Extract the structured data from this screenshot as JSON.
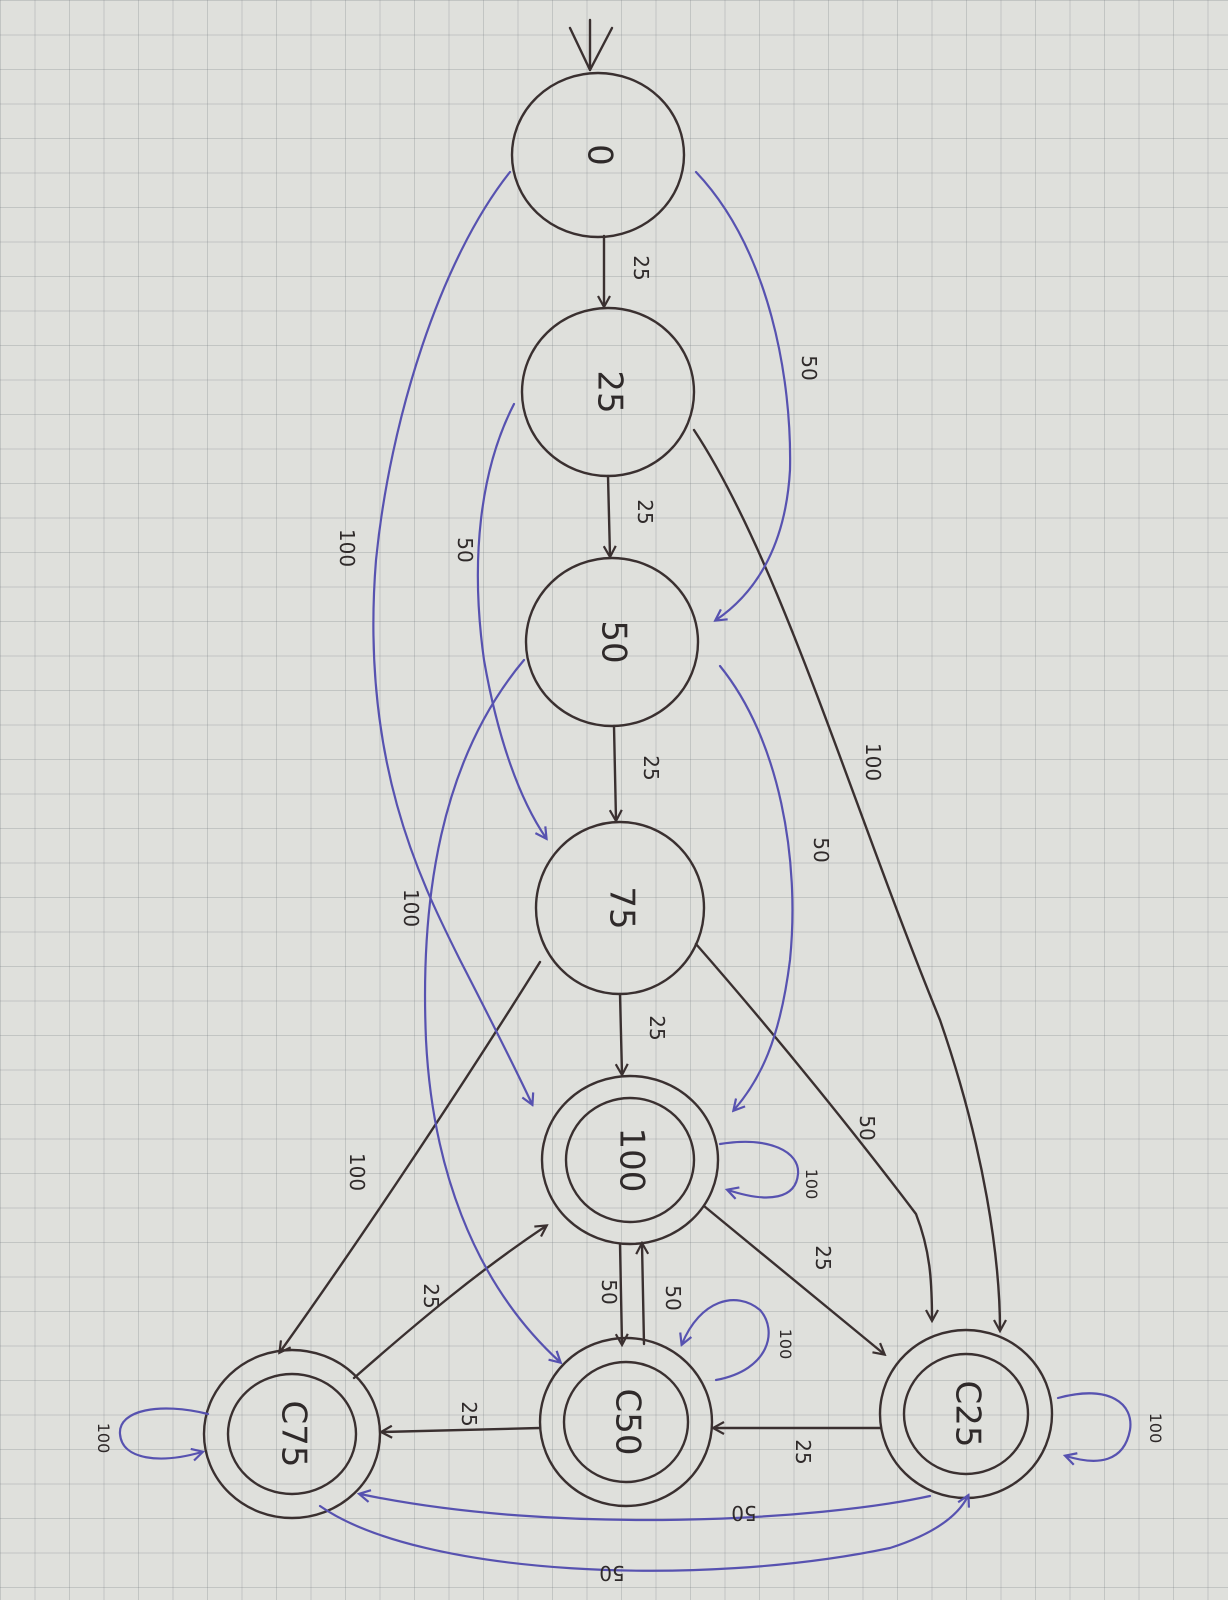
{
  "diagram": {
    "states": {
      "s0": "0",
      "s25": "25",
      "s50": "50",
      "s75": "75",
      "s100": "100",
      "c25": "C25",
      "c50": "C50",
      "c75": "C75"
    },
    "transitions": {
      "s0_s25": "25",
      "s25_s50": "25",
      "s50_s75": "25",
      "s75_s100": "25",
      "s0_s50": "50",
      "s0_s100": "100",
      "s25_s75": "50",
      "s25_c25": "100",
      "s50_s100": "50",
      "s50_c50": "100",
      "s75_c25": "50",
      "s75_c75": "100",
      "s100_self": "100",
      "s100_c50": "50",
      "c50_s100": "50",
      "s100_c25": "25",
      "c75_s100": "25",
      "c50_self": "100",
      "c50_c75": "25",
      "c25_c50": "25",
      "c25_self": "100",
      "c75_self": "100",
      "c25_c75": "50",
      "c75_c25": "50"
    },
    "colors": {
      "ink_black": "#3a3030",
      "ink_blue": "#5752b0",
      "paper": "#dfe0dc"
    }
  }
}
